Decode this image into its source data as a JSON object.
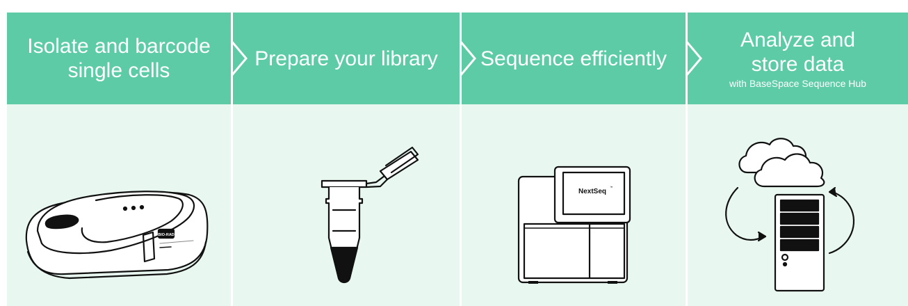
{
  "steps": [
    {
      "title": "Isolate and barcode single cells",
      "icon": "droplet-instrument-icon"
    },
    {
      "title": "Prepare your library",
      "icon": "microtube-icon"
    },
    {
      "title": "Sequence efficiently",
      "icon": "sequencer-icon",
      "device_label": "NextSeq",
      "device_mark": "™"
    },
    {
      "title": "Analyze and store data",
      "subtitle": "with BaseSpace Sequence Hub",
      "icon": "cloud-server-sync-icon"
    }
  ],
  "instrument_brand": "BIO-RAD",
  "colors": {
    "header": "#5dcca6",
    "panel": "#e8f8f1",
    "line": "#111111"
  }
}
